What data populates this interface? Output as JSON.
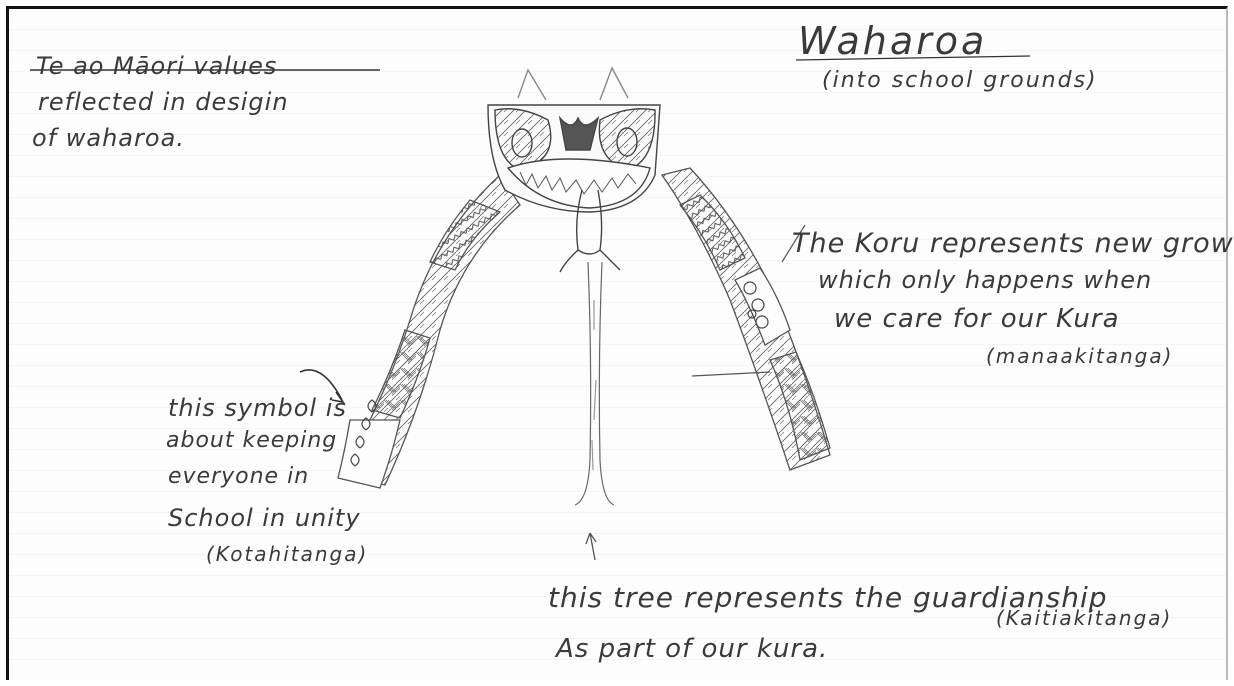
{
  "notes": {
    "title_left": [
      "Te ao Māori values",
      "reflected in desigin",
      "of waharoa."
    ],
    "title_right": "Waharoa",
    "title_right_sub": "(into school grounds)",
    "koru": [
      "The Koru represents new growth",
      "which only happens when",
      "we care for our Kura",
      "(manaakitanga)"
    ],
    "symbol": [
      "this symbol is",
      "about keeping",
      "everyone in",
      "School in unity",
      "(Kotahitanga)"
    ],
    "tree": [
      "this tree represents the guardianship",
      "As part of our kura.",
      "(Kaitiakitanga)"
    ]
  },
  "style": {
    "pencil": "#3a3a3a",
    "paper": "#fdfdfd",
    "frame": "#111111"
  }
}
